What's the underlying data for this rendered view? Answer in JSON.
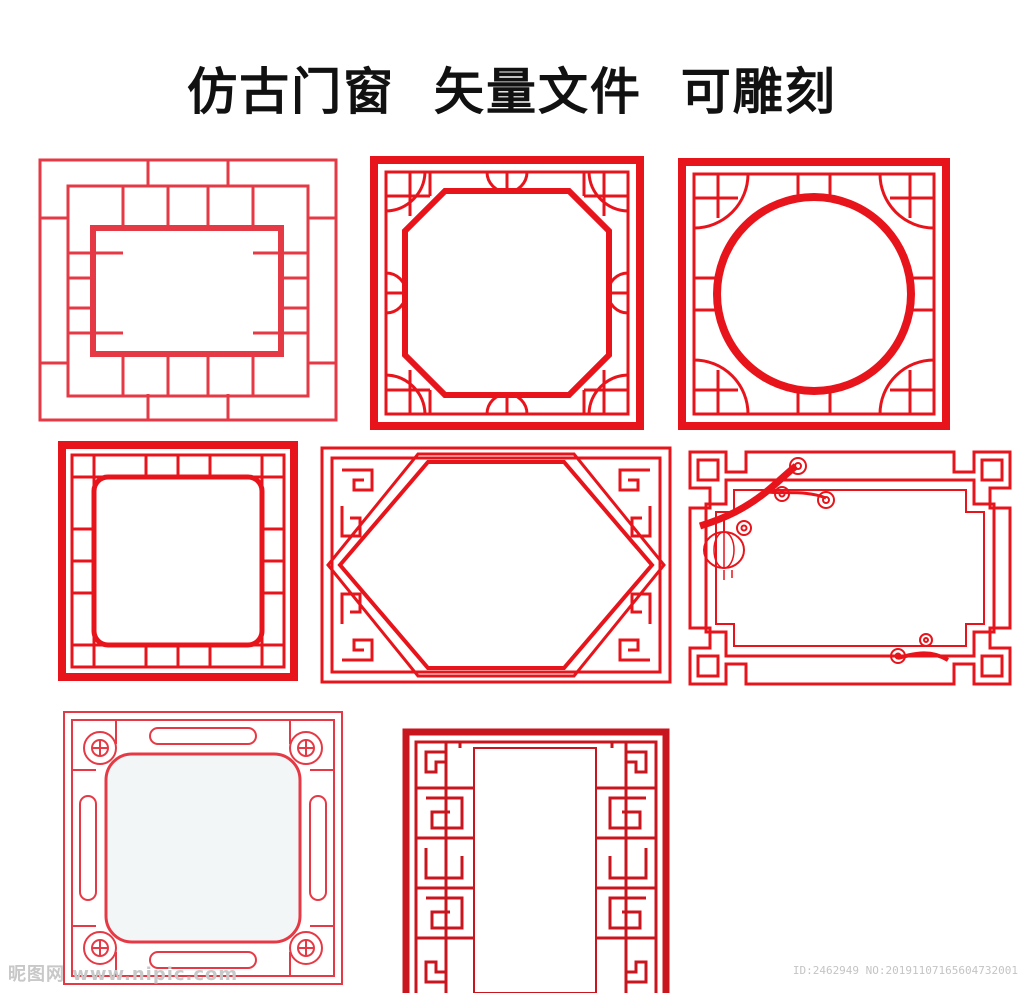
{
  "title": "仿古门窗  矢量文件  可雕刻",
  "colors": {
    "red": "#e8141b",
    "light_red": "#e53a45",
    "dark_red": "#c8151e",
    "glass": "#f2f6f6"
  },
  "watermark": {
    "left": "昵图网 www.nipic.com",
    "right": "ID:2462949 NO:20191107165604732001"
  }
}
